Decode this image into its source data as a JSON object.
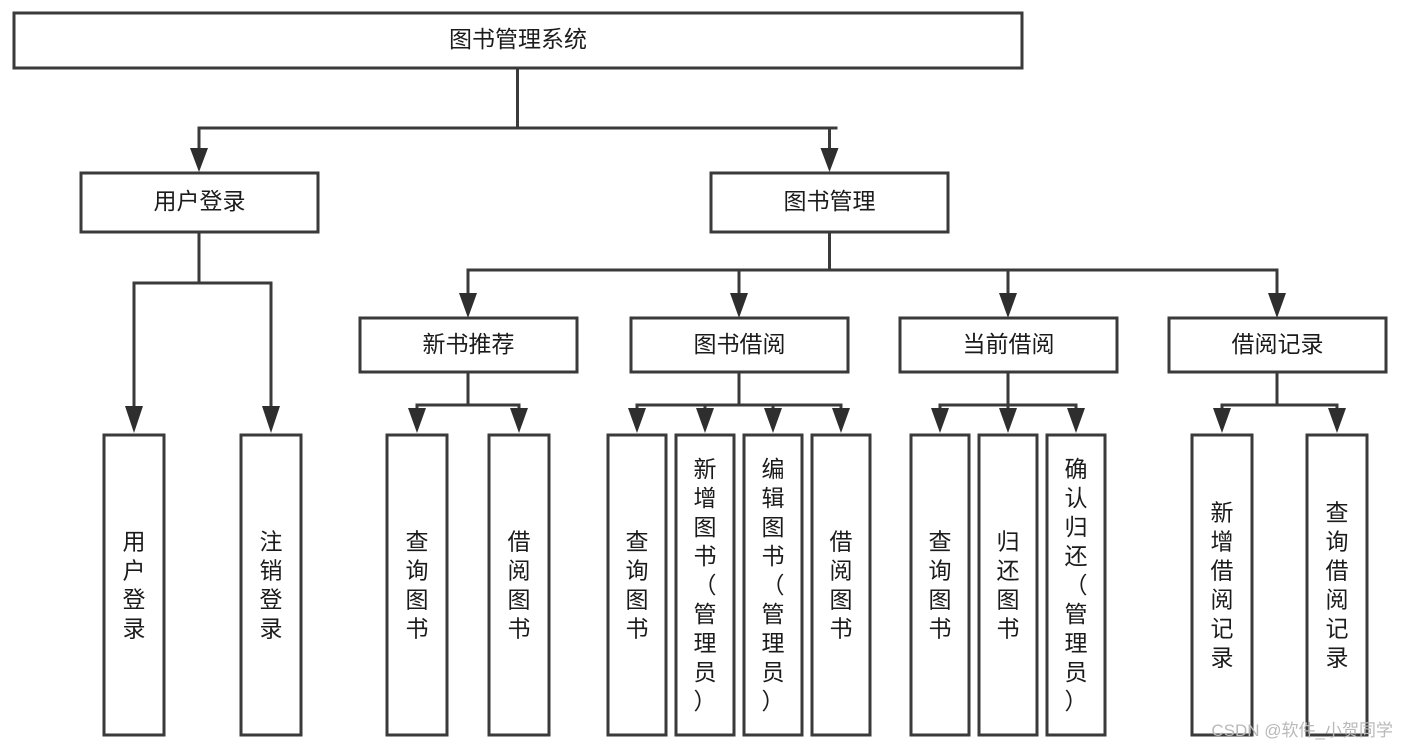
{
  "diagram": {
    "type": "tree-hierarchy-chart",
    "title": "图书管理系统",
    "watermark": "CSDN @软件_小贺同学",
    "colors": {
      "background": "#ffffff",
      "box_fill": "#ffffff",
      "box_stroke": "#3a3a3a",
      "connector": "#3a3a3a",
      "arrow": "#2e2e2e",
      "text": "#1b1b1b",
      "watermark": "#b9b9b9"
    },
    "levels": {
      "root": {
        "label": "图书管理系统"
      },
      "level1": [
        {
          "label": "用户登录"
        },
        {
          "label": "图书管理"
        }
      ],
      "level2": [
        {
          "label": "新书推荐"
        },
        {
          "label": "图书借阅"
        },
        {
          "label": "当前借阅"
        },
        {
          "label": "借阅记录"
        }
      ]
    },
    "nodes": {
      "root": "图书管理系统",
      "user_login": "用户登录",
      "book_manage": "图书管理",
      "new_book_rec": "新书推荐",
      "book_borrow": "图书借阅",
      "current_borrow": "当前借阅",
      "borrow_record": "借阅记录",
      "leaf_user_login": "用户登录",
      "leaf_logout": "注销登录",
      "leaf_query_book_1": "查询图书",
      "leaf_borrow_book_1": "借阅图书",
      "leaf_query_book_2": "查询图书",
      "leaf_add_book": "新增图书（管理员）",
      "leaf_edit_book": "编辑图书（管理员）",
      "leaf_borrow_book_2": "借阅图书",
      "leaf_query_book_3": "查询图书",
      "leaf_return_book": "归还图书",
      "leaf_confirm_return": "确认归还（管理员）",
      "leaf_add_record": "新增借阅记录",
      "leaf_query_record": "查询借阅记录"
    },
    "edges": [
      {
        "from": "图书管理系统",
        "to": "用户登录"
      },
      {
        "from": "图书管理系统",
        "to": "图书管理"
      },
      {
        "from": "用户登录",
        "to": "用户登录"
      },
      {
        "from": "用户登录",
        "to": "注销登录"
      },
      {
        "from": "图书管理",
        "to": "新书推荐"
      },
      {
        "from": "图书管理",
        "to": "图书借阅"
      },
      {
        "from": "图书管理",
        "to": "当前借阅"
      },
      {
        "from": "图书管理",
        "to": "借阅记录"
      },
      {
        "from": "新书推荐",
        "to": "查询图书"
      },
      {
        "from": "新书推荐",
        "to": "借阅图书"
      },
      {
        "from": "图书借阅",
        "to": "查询图书"
      },
      {
        "from": "图书借阅",
        "to": "新增图书（管理员）"
      },
      {
        "from": "图书借阅",
        "to": "编辑图书（管理员）"
      },
      {
        "from": "图书借阅",
        "to": "借阅图书"
      },
      {
        "from": "当前借阅",
        "to": "查询图书"
      },
      {
        "from": "当前借阅",
        "to": "归还图书"
      },
      {
        "from": "当前借阅",
        "to": "确认归还（管理员）"
      },
      {
        "from": "借阅记录",
        "to": "新增借阅记录"
      },
      {
        "from": "借阅记录",
        "to": "查询借阅记录"
      }
    ]
  }
}
